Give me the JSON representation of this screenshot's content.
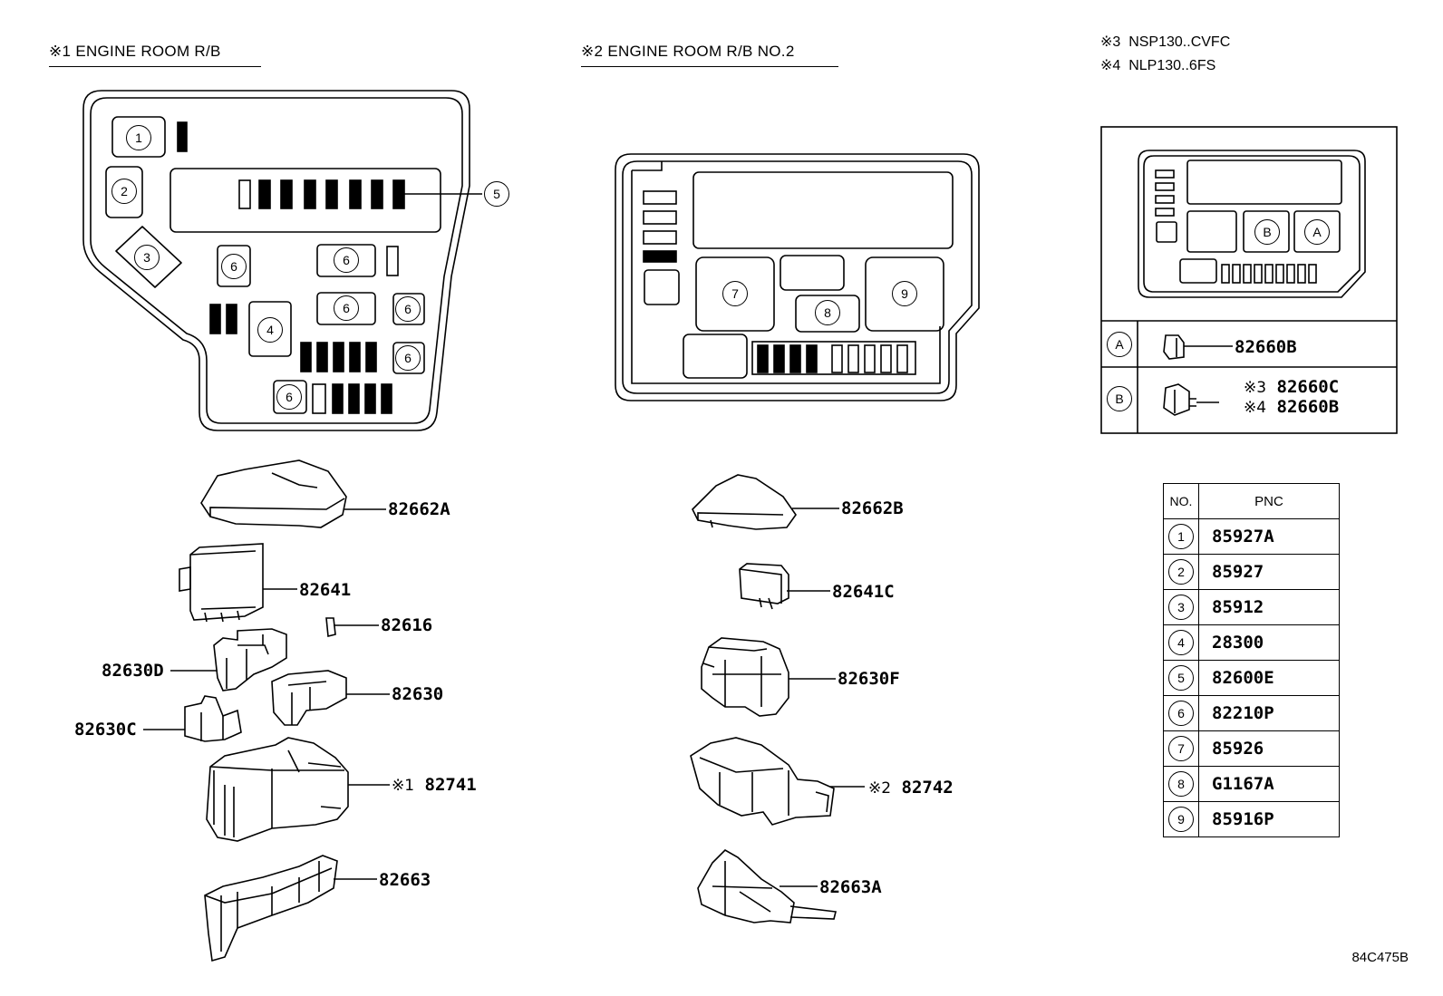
{
  "headings": {
    "rb1": "※1 ENGINE ROOM R/B",
    "rb2": "※2 ENGINE ROOM R/B  NO.2"
  },
  "notes": [
    {
      "mark": "※3",
      "text": "NSP130..CVFC"
    },
    {
      "mark": "※4",
      "text": "NLP130..6FS"
    }
  ],
  "callouts": {
    "c1": "1",
    "c2": "2",
    "c3": "3",
    "c4": "4",
    "c5": "5",
    "c6": "6",
    "c7": "7",
    "c8": "8",
    "c9": "9",
    "cA": "A",
    "cB": "B"
  },
  "inset_table": {
    "rowA": {
      "label": "A",
      "part": "82660B"
    },
    "rowB": {
      "label": "B",
      "parts": [
        {
          "mark": "※3",
          "part": "82660C"
        },
        {
          "mark": "※4",
          "part": "82660B"
        }
      ]
    }
  },
  "parts_left": {
    "p1": "82662A",
    "p2": "82641",
    "p3": "82616",
    "p4": "82630D",
    "p5": "82630",
    "p6": "82630C",
    "p7_mark": "※1",
    "p7": "82741",
    "p8": "82663"
  },
  "parts_middle": {
    "p1": "82662B",
    "p2": "82641C",
    "p3": "82630F",
    "p4_mark": "※2",
    "p4": "82742",
    "p5": "82663A"
  },
  "pnc_table": {
    "header": {
      "no": "NO.",
      "pnc": "PNC"
    },
    "rows": [
      {
        "no": "1",
        "pnc": "85927A"
      },
      {
        "no": "2",
        "pnc": "85927"
      },
      {
        "no": "3",
        "pnc": "85912"
      },
      {
        "no": "4",
        "pnc": "28300"
      },
      {
        "no": "5",
        "pnc": "82600E"
      },
      {
        "no": "6",
        "pnc": "82210P"
      },
      {
        "no": "7",
        "pnc": "85926"
      },
      {
        "no": "8",
        "pnc": "G1167A"
      },
      {
        "no": "9",
        "pnc": "85916P"
      }
    ]
  },
  "diagram_code": "84C475B"
}
